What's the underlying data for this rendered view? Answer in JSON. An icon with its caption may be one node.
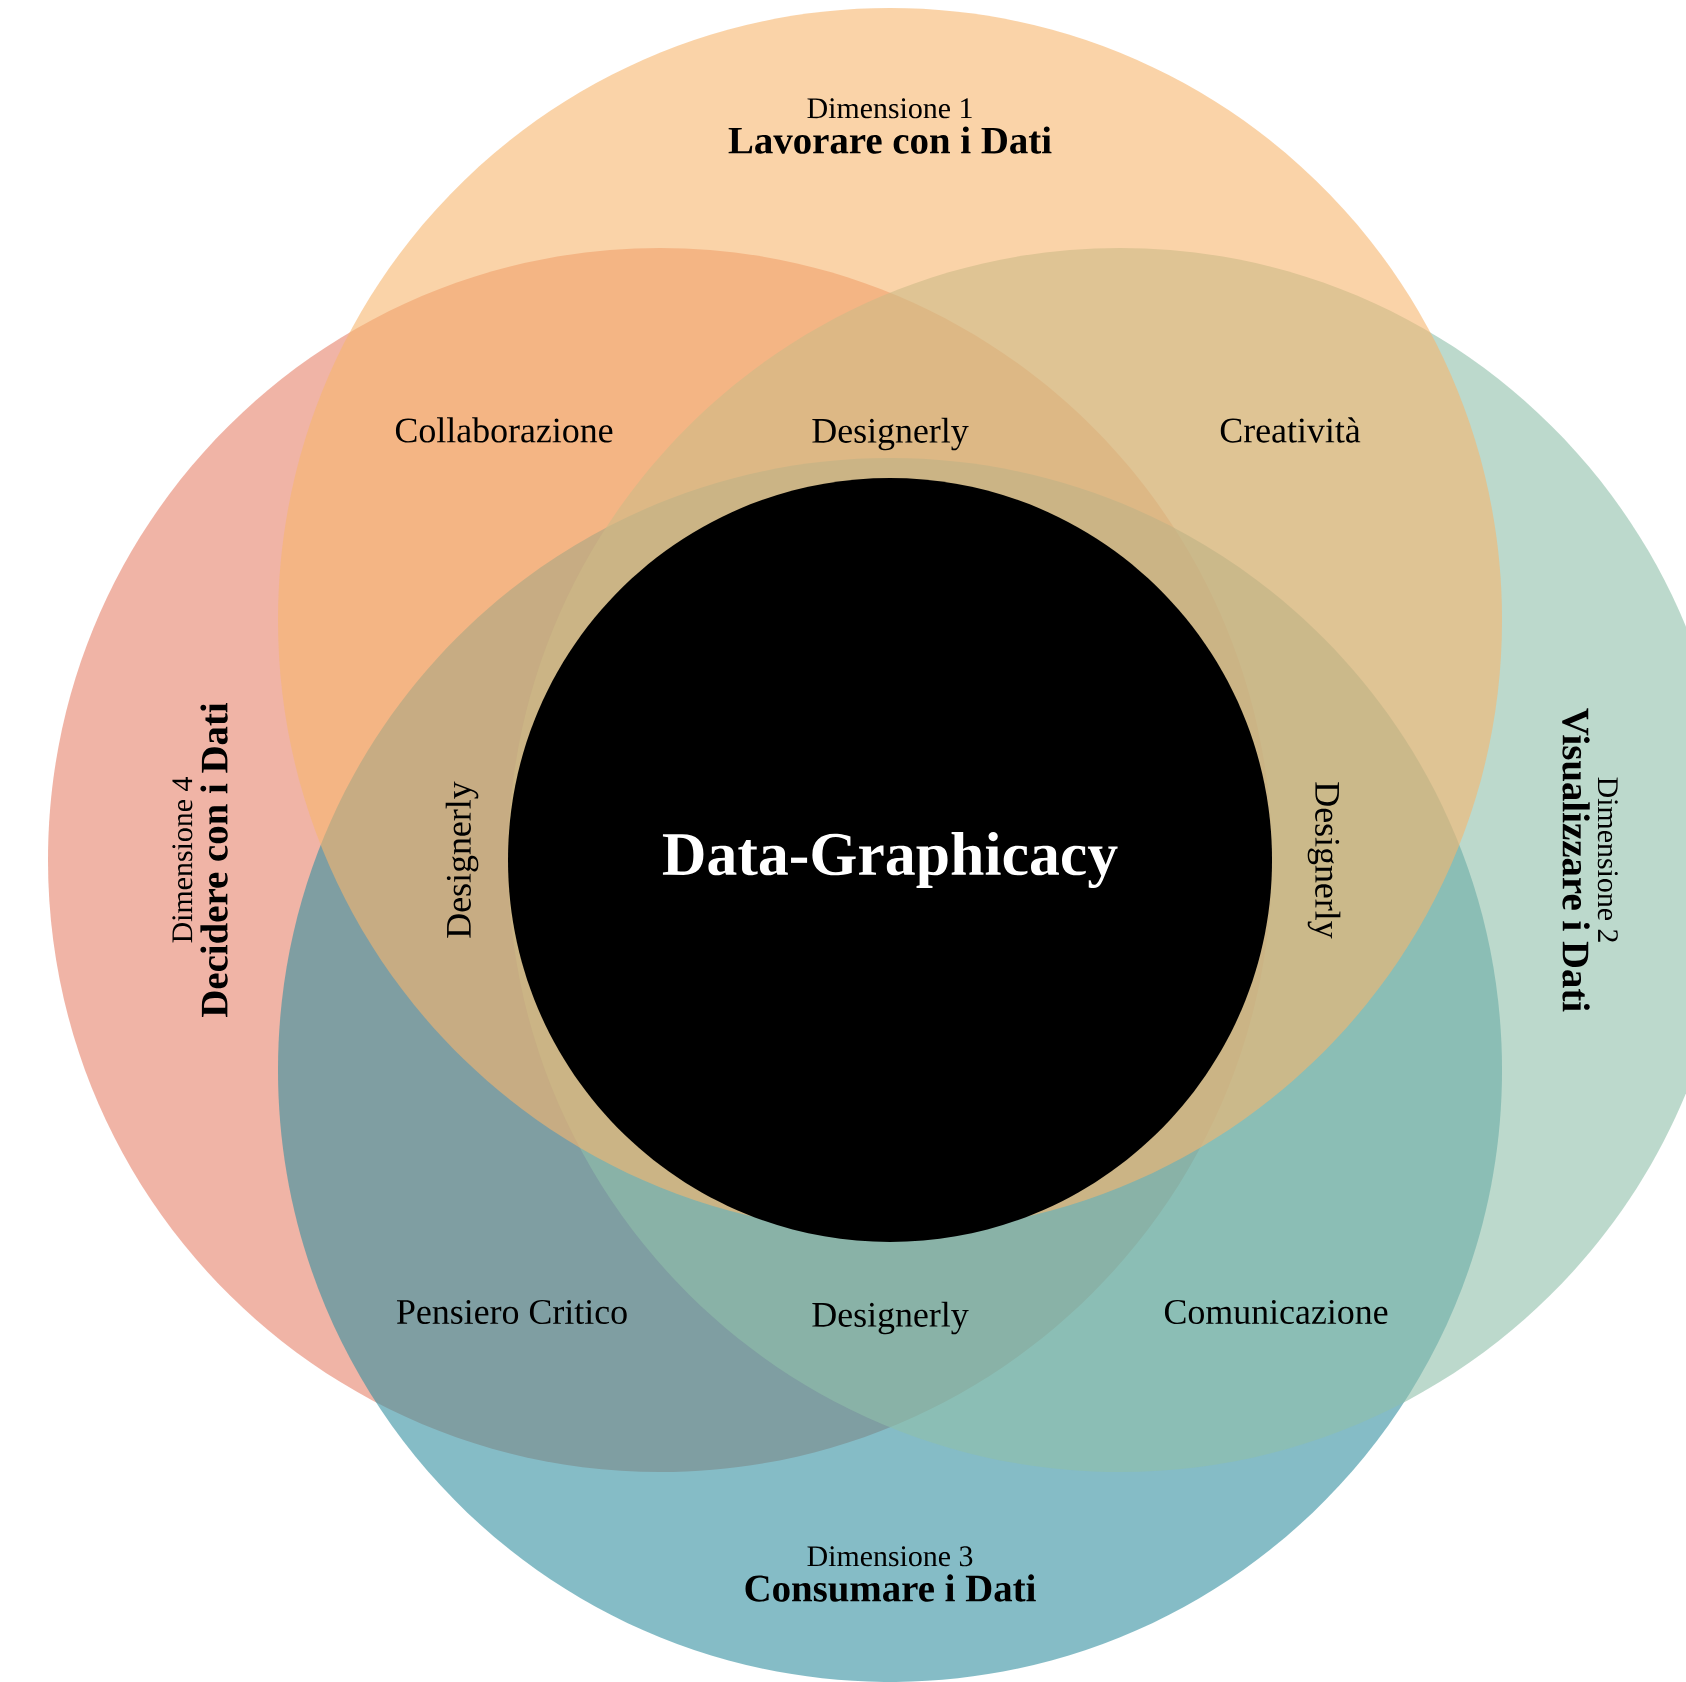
{
  "diagram": {
    "nodes": [
      {
        "text": [
          "Dimensione 1",
          "Lavorare con i Dati"
        ]
      },
      {
        "text": [
          "Dimensione 4",
          "Decidere con i Dati"
        ]
      },
      {
        "text": [
          "Data-Graphicacy"
        ]
      },
      {
        "text": [
          "Dimensione 2",
          "Visualizzare i Dati"
        ]
      },
      {
        "text": [
          "Dimensione 3",
          "Consumare i Dati"
        ]
      }
    ],
    "labels": [
      "Collaborazione",
      "Designerly",
      "Creatività",
      "Designerly",
      "Designerly",
      "Pensiero Critico",
      "Designerly",
      "Comunicazione"
    ]
  }
}
